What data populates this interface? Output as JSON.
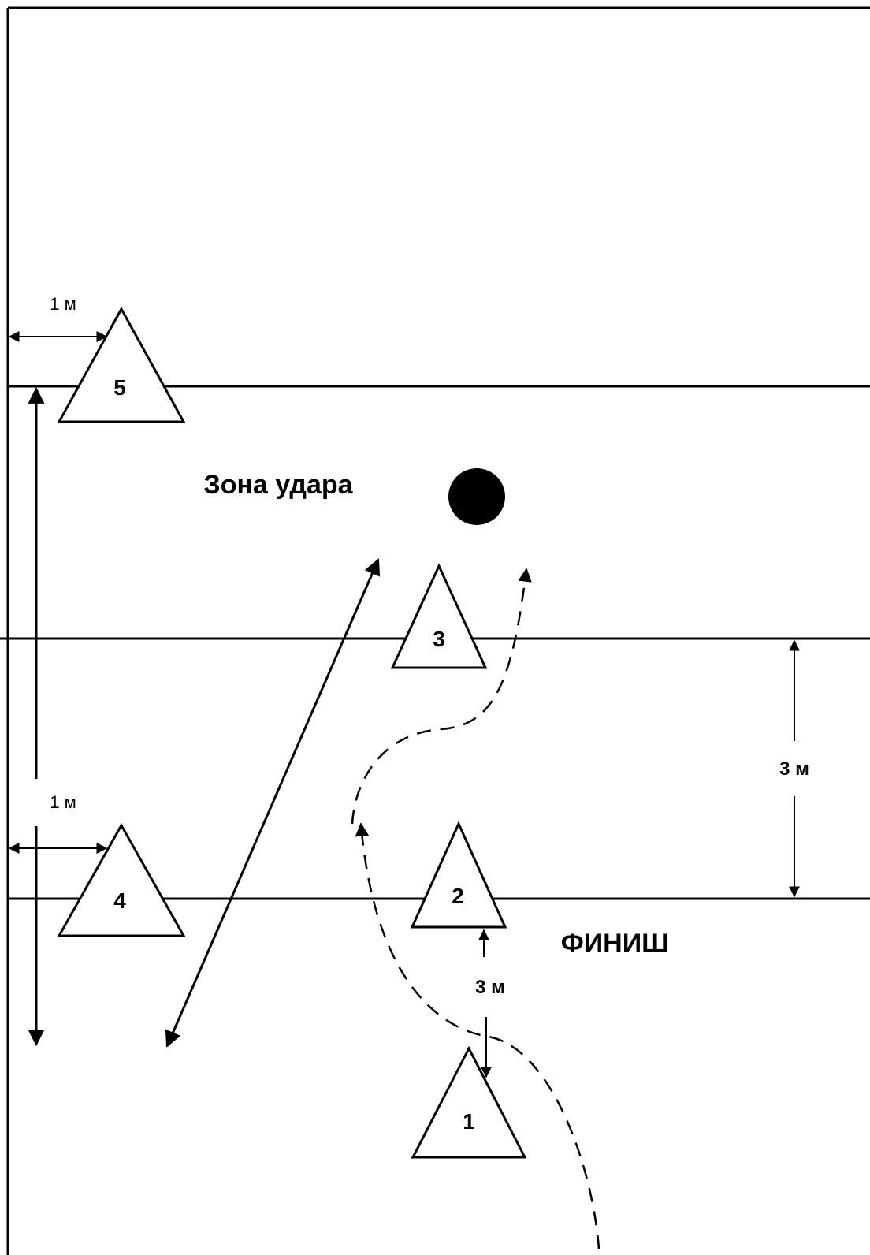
{
  "colors": {
    "ink": "#000000",
    "background": "#ffffff"
  },
  "cones": [
    {
      "number": "1"
    },
    {
      "number": "2"
    },
    {
      "number": "3"
    },
    {
      "number": "4"
    },
    {
      "number": "5"
    }
  ],
  "labels": {
    "zone": "Зона удара",
    "finish": "ФИНИШ",
    "dist_side_top": "1 м",
    "dist_side_bottom": "1 м",
    "dist_right": "3 м",
    "dist_center": "3 м"
  },
  "ball": "ball-icon"
}
